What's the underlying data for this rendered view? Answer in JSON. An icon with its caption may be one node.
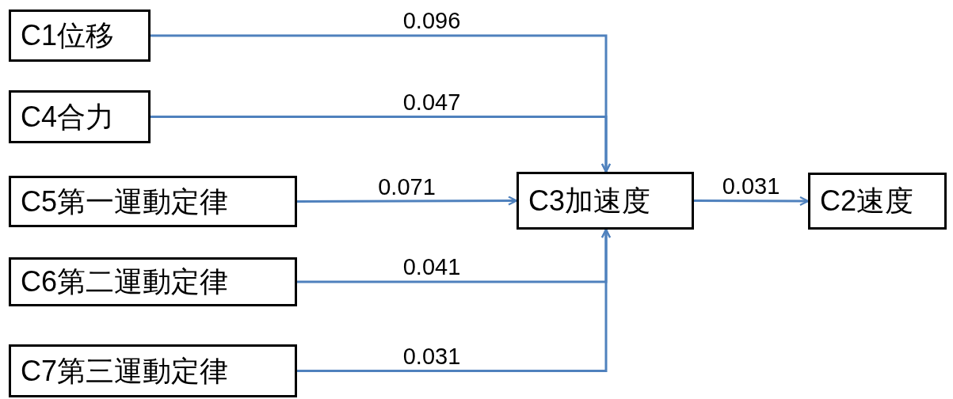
{
  "diagram": {
    "nodes": [
      {
        "text": [
          "C1位移"
        ]
      },
      {
        "text": [
          "C4合力"
        ]
      },
      {
        "text": [
          "C5第一運動定律"
        ]
      },
      {
        "text": [
          "C6第二運動定律"
        ]
      },
      {
        "text": [
          "C7第三運動定律"
        ]
      },
      {
        "text": [
          "C3加速度"
        ]
      },
      {
        "text": [
          "C2速度"
        ]
      }
    ],
    "edges": [
      {
        "from": 0,
        "to": 5,
        "arrow": "to",
        "label": "0.096"
      },
      {
        "from": 1,
        "to": 5,
        "arrow": "to",
        "label": "0.047"
      },
      {
        "from": 2,
        "to": 5,
        "arrow": "to",
        "label": "0.071"
      },
      {
        "from": 3,
        "to": 5,
        "arrow": "to",
        "label": "0.041"
      },
      {
        "from": 4,
        "to": 5,
        "arrow": "to",
        "label": "0.031"
      },
      {
        "from": 5,
        "to": 6,
        "arrow": "to",
        "label": "0.031"
      }
    ]
  }
}
